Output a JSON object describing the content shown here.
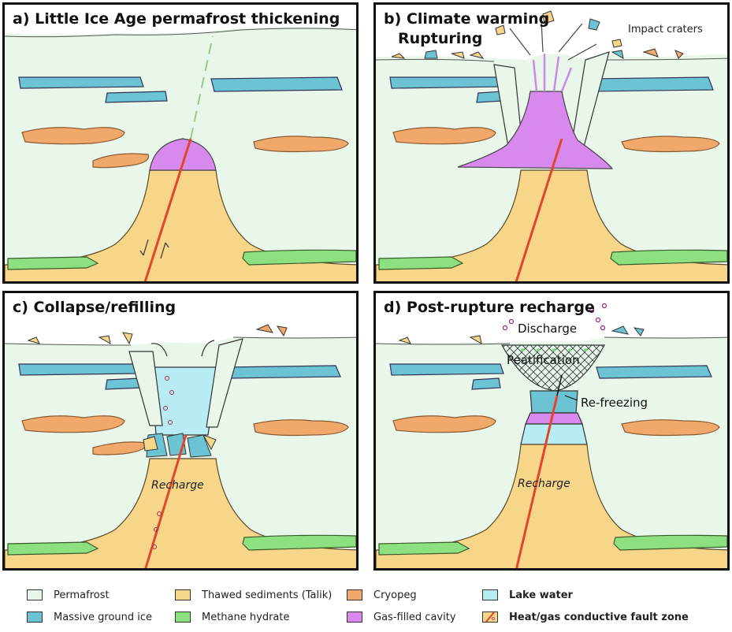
{
  "panels": {
    "a": {
      "title": "a) Little Ice Age permafrost thickening"
    },
    "b": {
      "title_line1": "b) Climate warming",
      "title_line2": "Rupturing",
      "impact_label": "Impact craters"
    },
    "c": {
      "title": "c) Collapse/refilling",
      "recharge_label": "Recharge"
    },
    "d": {
      "title": "d) Post-rupture recharge",
      "discharge_label": "Discharge",
      "peatification_label": "Peatification",
      "refreezing_label": "Re-freezing",
      "recharge_label": "Recharge"
    }
  },
  "legend": [
    {
      "label": "Permafrost",
      "color": "#e8f7ea"
    },
    {
      "label": "Thawed sediments (Talik)",
      "color": "#f7d589"
    },
    {
      "label": "Cryopeg",
      "color": "#f0a96b"
    },
    {
      "label": "Lake water",
      "color": "#b8ecf5"
    },
    {
      "label": "Massive ground ice",
      "color": "#6cc3d4"
    },
    {
      "label": "Methane hydrate",
      "color": "#8de07f"
    },
    {
      "label": "Gas-filled cavity",
      "color": "#d889ee"
    },
    {
      "label": "Heat/gas conductive fault zone",
      "color": "#e2452b"
    }
  ],
  "colors": {
    "permafrost": "#e8f7ea",
    "talik": "#f7d589",
    "cryopeg": "#f0a96b",
    "ice": "#6cc3d4",
    "hydrate": "#8de07f",
    "gas": "#d889ee",
    "lake": "#b8ecf5",
    "fault": "#e2452b"
  }
}
